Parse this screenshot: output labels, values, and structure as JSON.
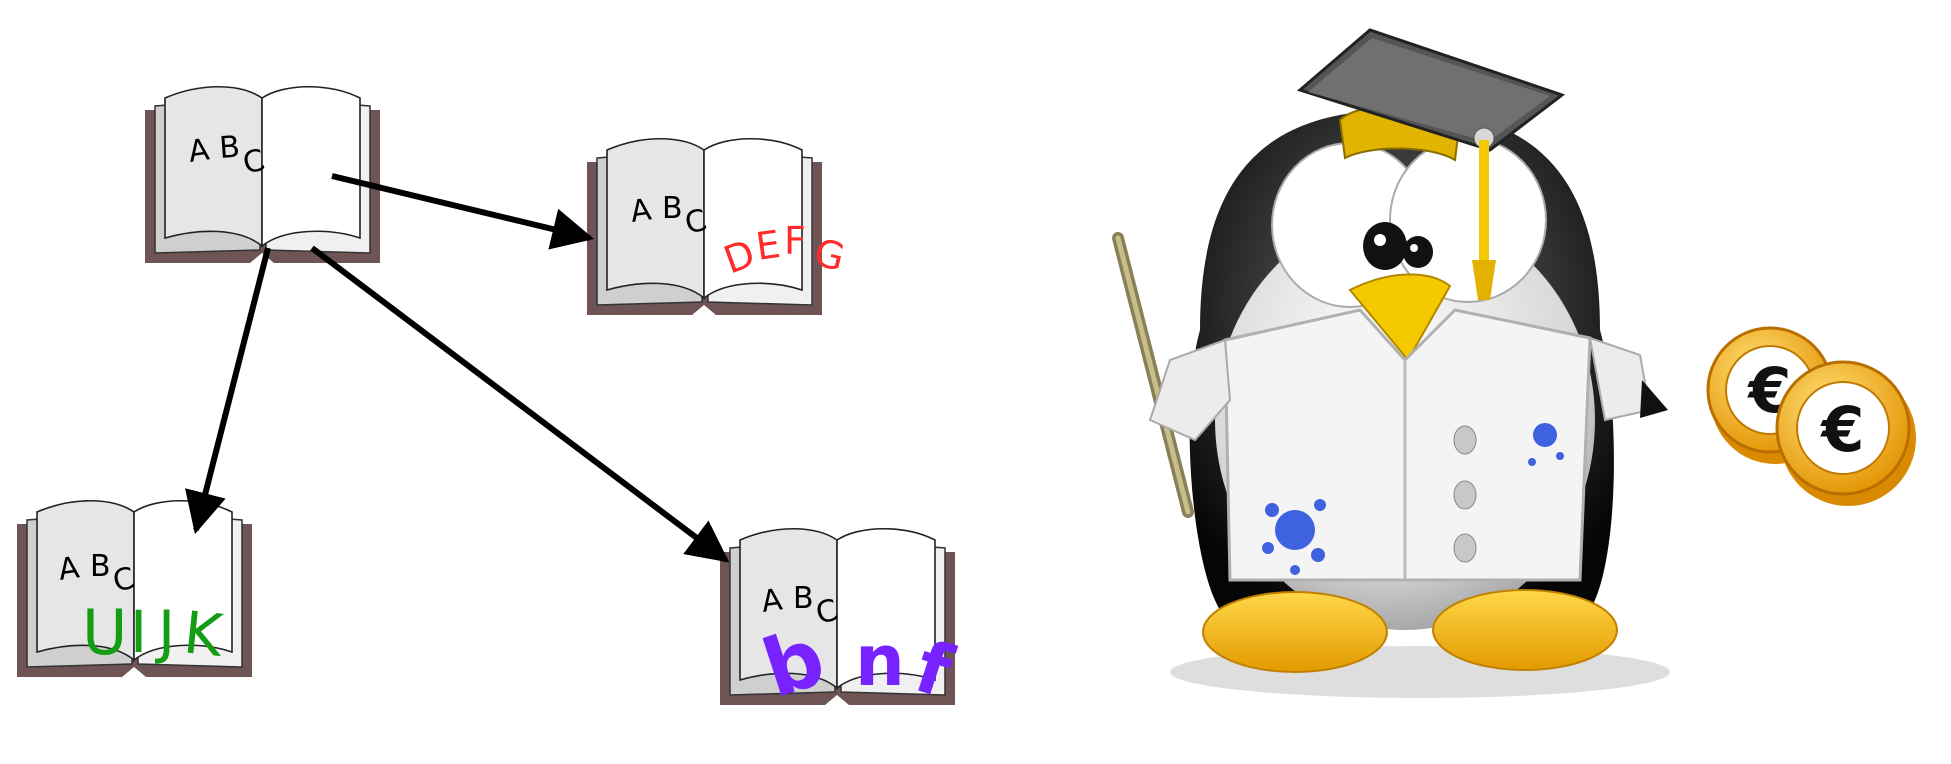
{
  "books": {
    "source": {
      "letters": [
        "A",
        "B",
        "C"
      ]
    },
    "red": {
      "letters": [
        "A",
        "B",
        "C"
      ],
      "ink": [
        "D",
        "E",
        "F",
        "G"
      ],
      "ink_color": "#ff2a2a"
    },
    "green": {
      "letters": [
        "A",
        "B",
        "C"
      ],
      "ink": [
        "U",
        "I",
        "J",
        "K"
      ],
      "ink_color": "#149c14"
    },
    "purple": {
      "letters": [
        "A",
        "B",
        "C"
      ],
      "ink": [
        "b",
        "n",
        "f"
      ],
      "ink_color": "#7722ff"
    }
  },
  "coins": {
    "symbol": [
      "€",
      "€"
    ],
    "color": "#f2b400"
  },
  "colors": {
    "book_cover": "#6e5454",
    "book_page": "#e6e6e6",
    "book_page_right": "#ffffff",
    "arrow": "#000000",
    "cap": "#555555"
  },
  "icons": {
    "penguin": "graduate-penguin-icon",
    "coins": "euro-coins-icon",
    "book": "open-book-icon"
  }
}
